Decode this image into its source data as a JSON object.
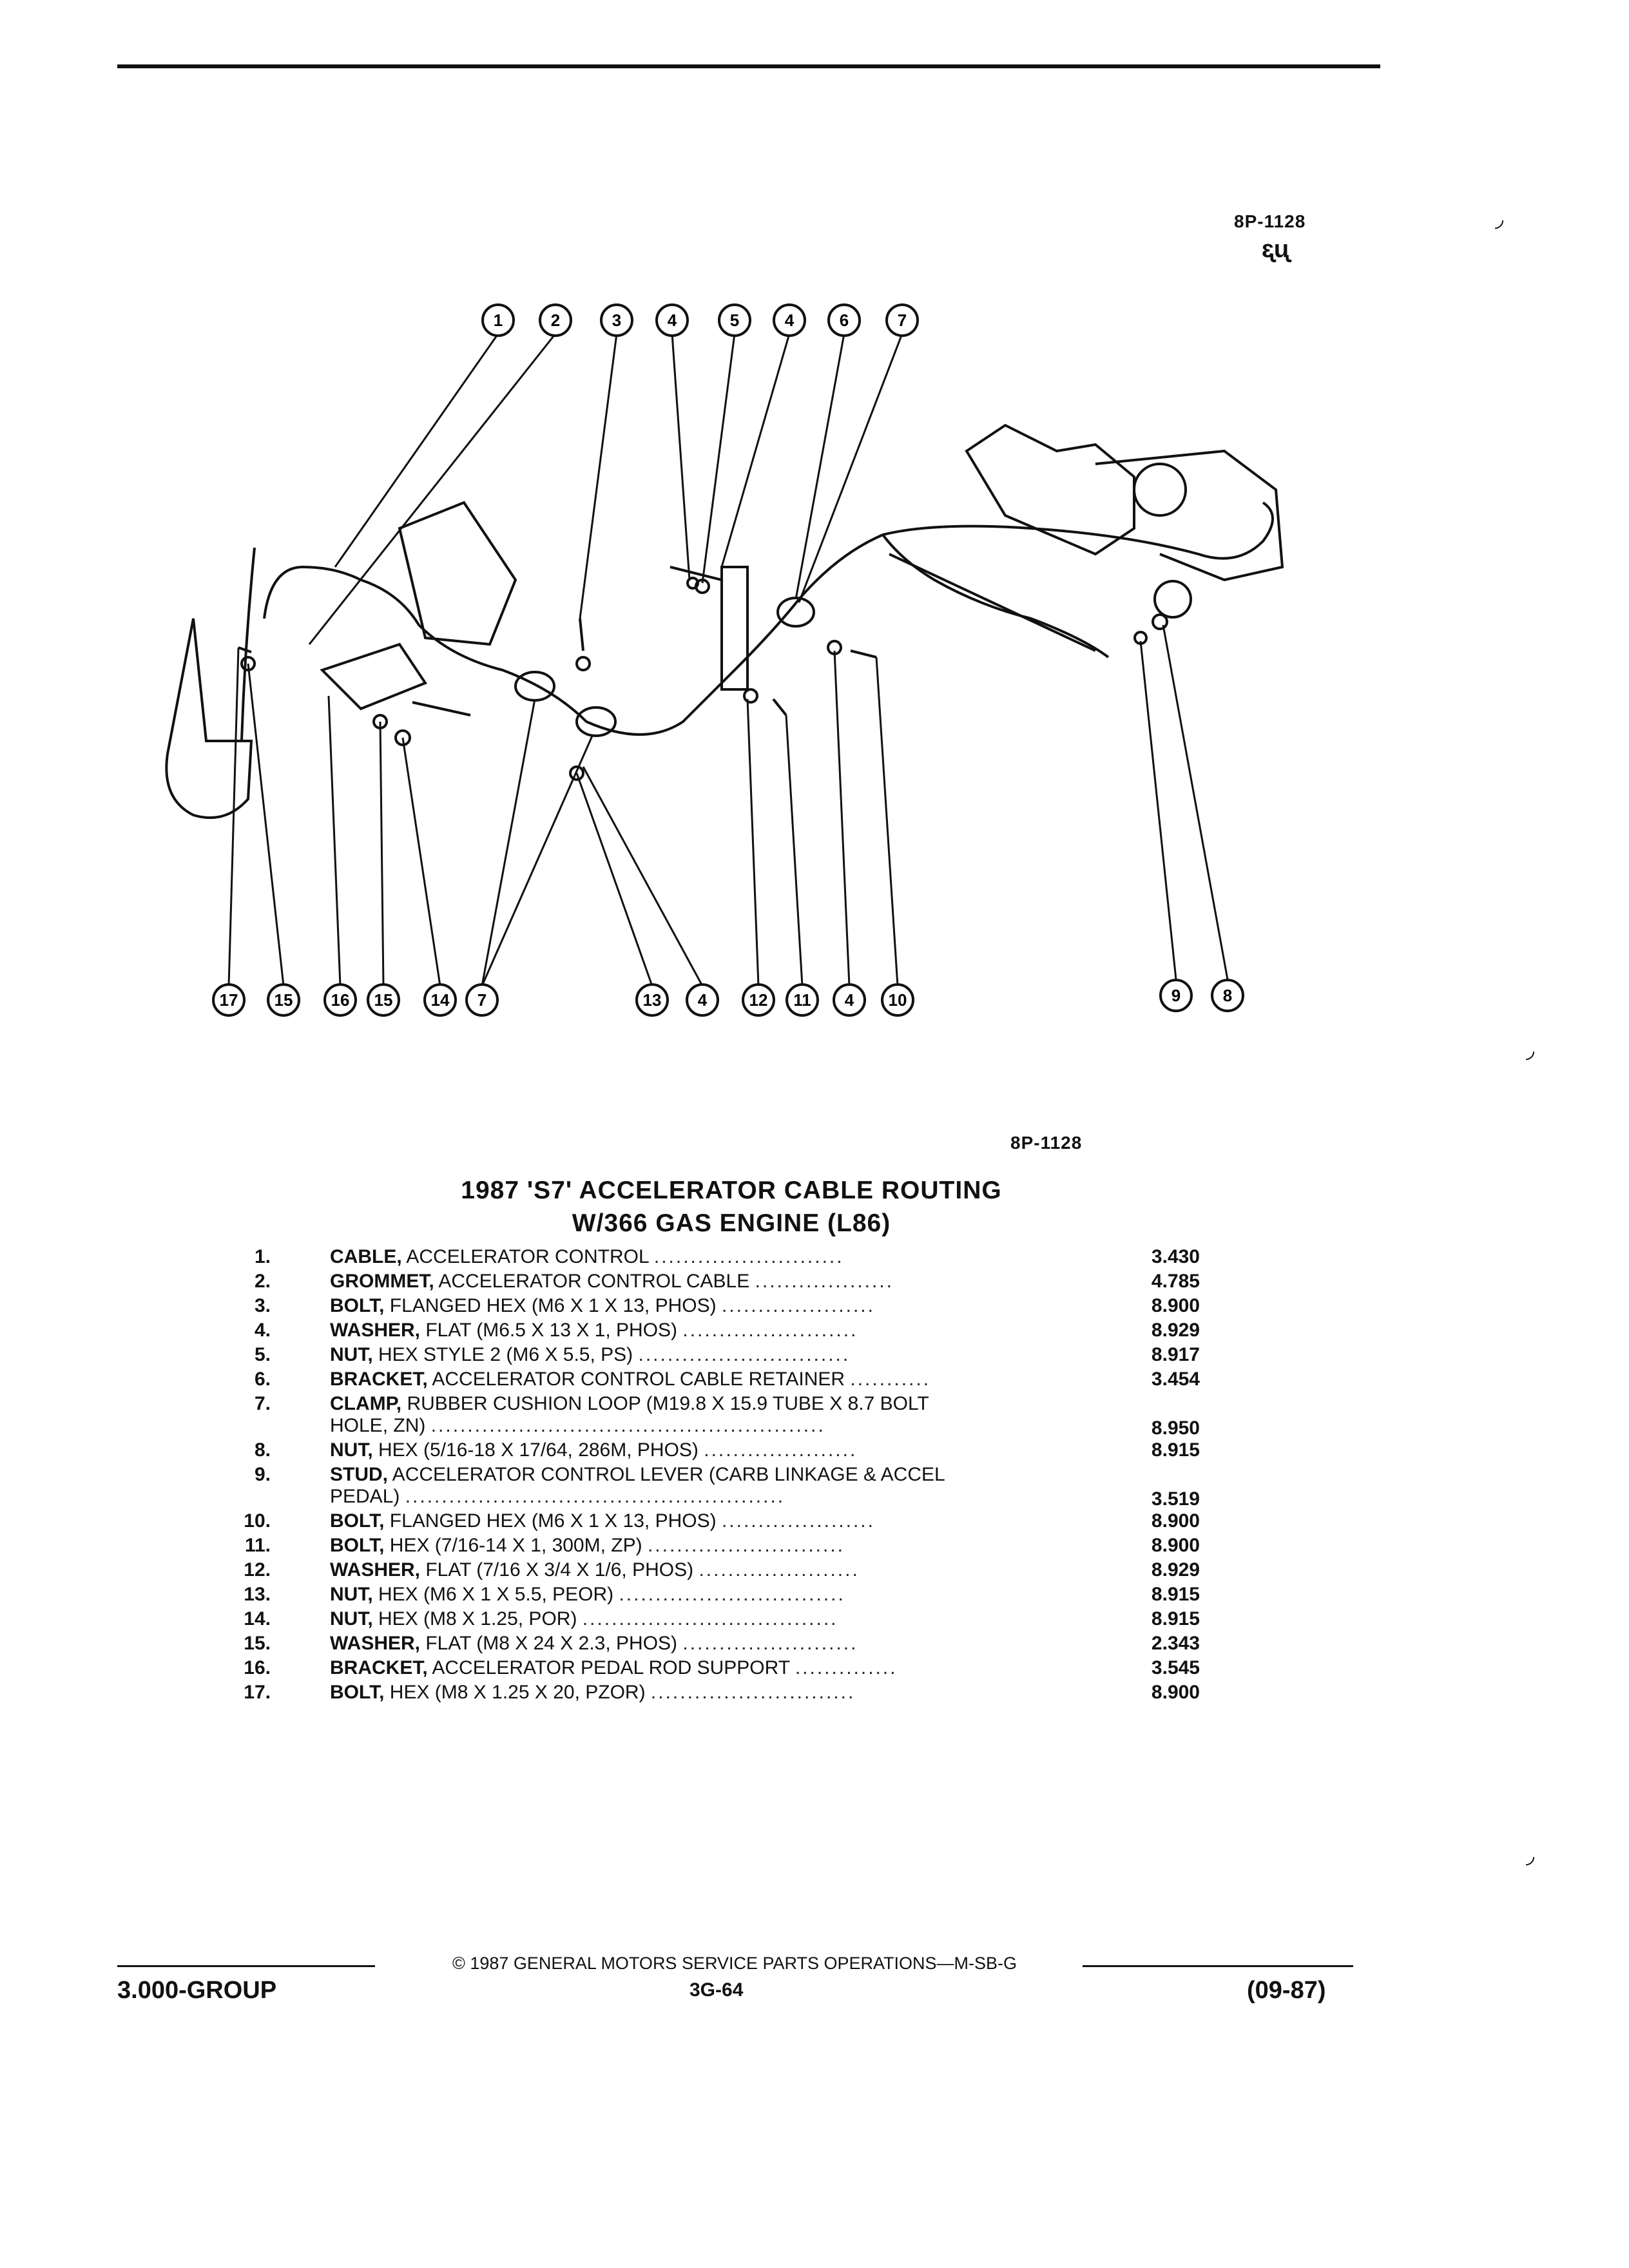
{
  "header": {
    "illustration_code": "8P-1128",
    "gm_mark": "ᶓᶙ"
  },
  "diagram": {
    "top_callouts": [
      "1",
      "2",
      "3",
      "4",
      "5",
      "4",
      "6",
      "7"
    ],
    "bottom_left_callouts": [
      "17",
      "15",
      "16",
      "15",
      "14",
      "7"
    ],
    "bottom_center_callouts": [
      "13",
      "4",
      "12",
      "11",
      "4",
      "10"
    ],
    "bottom_right_callouts": [
      "9",
      "8"
    ],
    "illustration_code": "8P-1128"
  },
  "title": {
    "line1": "1987 'S7' ACCELERATOR CABLE ROUTING",
    "line2": "W/366 GAS ENGINE (L86)"
  },
  "parts": [
    {
      "num": "1.",
      "name": "CABLE,",
      "desc": " ACCELERATOR CONTROL",
      "cont": "",
      "group": "3.430"
    },
    {
      "num": "2.",
      "name": "GROMMET,",
      "desc": " ACCELERATOR CONTROL CABLE",
      "cont": "",
      "group": "4.785"
    },
    {
      "num": "3.",
      "name": "BOLT,",
      "desc": " FLANGED HEX (M6 X 1 X 13, PHOS)",
      "cont": "",
      "group": "8.900"
    },
    {
      "num": "4.",
      "name": "WASHER,",
      "desc": " FLAT (M6.5 X 13 X 1, PHOS)",
      "cont": "",
      "group": "8.929"
    },
    {
      "num": "5.",
      "name": "NUT,",
      "desc": " HEX STYLE 2 (M6 X 5.5, PS)",
      "cont": "",
      "group": "8.917"
    },
    {
      "num": "6.",
      "name": "BRACKET,",
      "desc": " ACCELERATOR CONTROL CABLE RETAINER",
      "cont": "",
      "group": "3.454"
    },
    {
      "num": "7.",
      "name": "CLAMP,",
      "desc": " RUBBER CUSHION LOOP (M19.8 X 15.9 TUBE X 8.7 BOLT",
      "cont": "HOLE, ZN)",
      "group": "8.950"
    },
    {
      "num": "8.",
      "name": "NUT,",
      "desc": " HEX (5/16-18 X 17/64, 286M, PHOS)",
      "cont": "",
      "group": "8.915"
    },
    {
      "num": "9.",
      "name": "STUD,",
      "desc": " ACCELERATOR CONTROL LEVER (CARB LINKAGE & ACCEL",
      "cont": "PEDAL)",
      "group": "3.519"
    },
    {
      "num": "10.",
      "name": "BOLT,",
      "desc": " FLANGED HEX (M6 X 1 X 13, PHOS)",
      "cont": "",
      "group": "8.900"
    },
    {
      "num": "11.",
      "name": "BOLT,",
      "desc": " HEX (7/16-14 X 1, 300M, ZP)",
      "cont": "",
      "group": "8.900"
    },
    {
      "num": "12.",
      "name": "WASHER,",
      "desc": " FLAT (7/16 X 3/4 X 1/6, PHOS)",
      "cont": "",
      "group": "8.929"
    },
    {
      "num": "13.",
      "name": "NUT,",
      "desc": " HEX (M6 X 1 X 5.5, PEOR)",
      "cont": "",
      "group": "8.915"
    },
    {
      "num": "14.",
      "name": "NUT,",
      "desc": " HEX (M8 X 1.25, POR)",
      "cont": "",
      "group": "8.915"
    },
    {
      "num": "15.",
      "name": "WASHER,",
      "desc": " FLAT (M8 X 24 X 2.3, PHOS)",
      "cont": "",
      "group": "2.343"
    },
    {
      "num": "16.",
      "name": "BRACKET,",
      "desc": " ACCELERATOR PEDAL ROD SUPPORT",
      "cont": "",
      "group": "3.545"
    },
    {
      "num": "17.",
      "name": "BOLT,",
      "desc": " HEX (M8 X 1.25 X 20, PZOR)",
      "cont": "",
      "group": "8.900"
    }
  ],
  "footer": {
    "copyright": "© 1987 GENERAL MOTORS SERVICE PARTS OPERATIONS—M-SB-G",
    "group": "3.000-GROUP",
    "page": "3G-64",
    "date": "(09-87)"
  }
}
